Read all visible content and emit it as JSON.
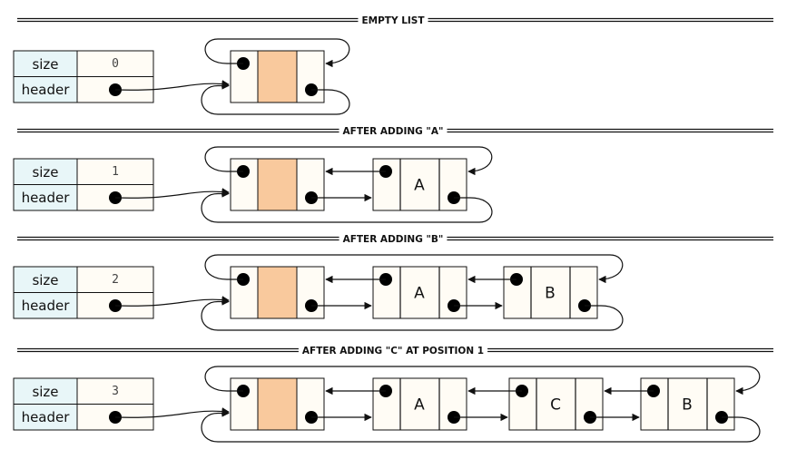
{
  "sections": [
    {
      "title": "EMPTY LIST",
      "size_label": "size",
      "size_value": "0",
      "header_label": "header",
      "nodes": []
    },
    {
      "title": "AFTER ADDING \"A\"",
      "size_label": "size",
      "size_value": "1",
      "header_label": "header",
      "nodes": [
        "A"
      ]
    },
    {
      "title": "AFTER ADDING \"B\"",
      "size_label": "size",
      "size_value": "2",
      "header_label": "header",
      "nodes": [
        "A",
        "B"
      ]
    },
    {
      "title": "AFTER ADDING \"C\" AT POSITION 1",
      "size_label": "size",
      "size_value": "3",
      "header_label": "header",
      "nodes": [
        "A",
        "C",
        "B"
      ]
    }
  ],
  "colors": {
    "sentinel_fill": "#f9c99d",
    "cell_fill": "#fffcf5",
    "size_label_fill": "#e8f6f8",
    "size_value_fill": "#fffcf5",
    "line": "#111111"
  }
}
